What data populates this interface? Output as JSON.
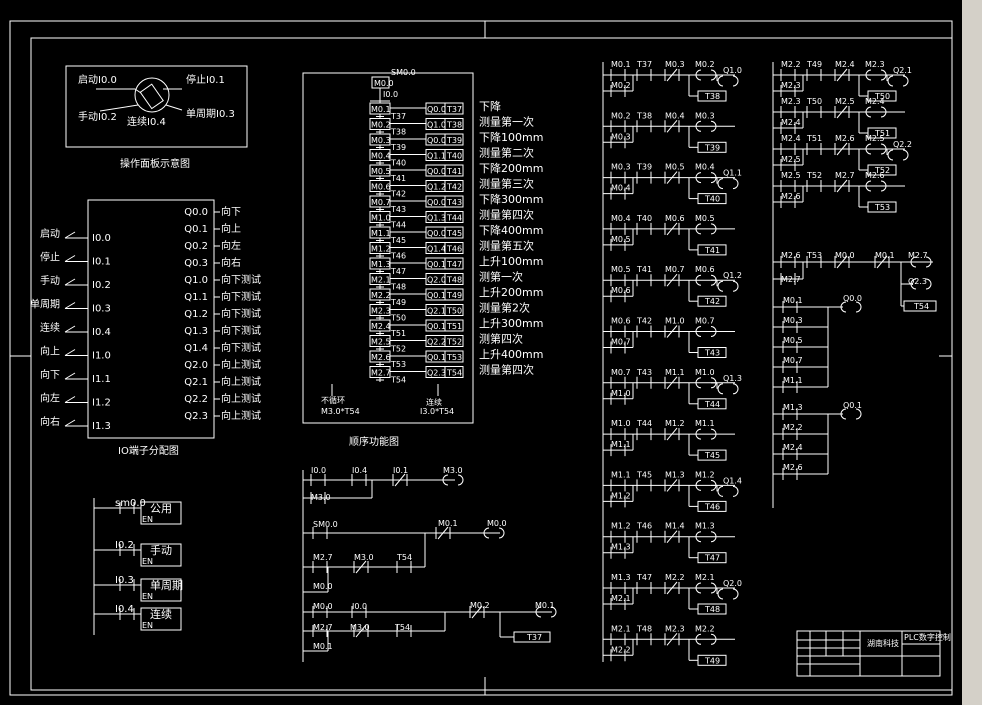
{
  "operator_panel": {
    "title": "操作面板示意图",
    "start": "启动I0.0",
    "stop": "停止I0.1",
    "manual": "手动I0.2",
    "single_cycle": "单周期I0.3",
    "continuous": "连续I0.4"
  },
  "io_terminal": {
    "title": "IO端子分配图",
    "inputs": [
      {
        "label": "启动",
        "addr": "I0.0"
      },
      {
        "label": "停止",
        "addr": "I0.1"
      },
      {
        "label": "手动",
        "addr": "I0.2"
      },
      {
        "label": "单周期",
        "addr": "I0.3"
      },
      {
        "label": "连续",
        "addr": "I0.4"
      },
      {
        "label": "向上",
        "addr": "I1.0"
      },
      {
        "label": "向下",
        "addr": "I1.1"
      },
      {
        "label": "向左",
        "addr": "I1.2"
      },
      {
        "label": "向右",
        "addr": "I1.3"
      }
    ],
    "outputs": [
      {
        "addr": "Q0.0",
        "label": "向下"
      },
      {
        "addr": "Q0.1",
        "label": "向上"
      },
      {
        "addr": "Q0.2",
        "label": "向左"
      },
      {
        "addr": "Q0.3",
        "label": "向右"
      },
      {
        "addr": "Q1.0",
        "label": "向下测试"
      },
      {
        "addr": "Q1.1",
        "label": "向下测试"
      },
      {
        "addr": "Q1.2",
        "label": "向下测试"
      },
      {
        "addr": "Q1.3",
        "label": "向下测试"
      },
      {
        "addr": "Q1.4",
        "label": "向下测试"
      },
      {
        "addr": "Q2.0",
        "label": "向上测试"
      },
      {
        "addr": "Q2.1",
        "label": "向上测试"
      },
      {
        "addr": "Q2.2",
        "label": "向上测试"
      },
      {
        "addr": "Q2.3",
        "label": "向上测试"
      }
    ]
  },
  "sfc": {
    "title": "顺序功能图",
    "top_labels": [
      "SM0.0",
      "I0.0"
    ],
    "steps": [
      {
        "m": "M0.1",
        "out": "Q0.0",
        "t": "T37",
        "trans": "T37",
        "desc": "下降"
      },
      {
        "m": "M0.2",
        "out": "Q1.0",
        "t": "T38",
        "trans": "T38",
        "desc": "测量第一次"
      },
      {
        "m": "M0.3",
        "out": "Q0.0",
        "t": "T39",
        "trans": "T39",
        "desc": "下降100mm"
      },
      {
        "m": "M0.4",
        "out": "Q1.1",
        "t": "T40",
        "trans": "T40",
        "desc": "测量第二次"
      },
      {
        "m": "M0.5",
        "out": "Q0.0",
        "t": "T41",
        "trans": "T41",
        "desc": "下降200mm"
      },
      {
        "m": "M0.6",
        "out": "Q1.2",
        "t": "T42",
        "trans": "T42",
        "desc": "测量第三次"
      },
      {
        "m": "M0.7",
        "out": "Q0.0",
        "t": "T43",
        "trans": "T43",
        "desc": "下降300mm"
      },
      {
        "m": "M1.0",
        "out": "Q1.3",
        "t": "T44",
        "trans": "T44",
        "desc": "测量第四次"
      },
      {
        "m": "M1.1",
        "out": "Q0.0",
        "t": "T45",
        "trans": "T45",
        "desc": "下降400mm"
      },
      {
        "m": "M1.2",
        "out": "Q1.4",
        "t": "T46",
        "trans": "T46",
        "desc": "测量第五次"
      },
      {
        "m": "M1.3",
        "out": "Q0.1",
        "t": "T47",
        "trans": "T47",
        "desc": "上升100mm"
      },
      {
        "m": "M2.1",
        "out": "Q2.0",
        "t": "T48",
        "trans": "T48",
        "desc": "测第一次"
      },
      {
        "m": "M2.2",
        "out": "Q0.1",
        "t": "T49",
        "trans": "T49",
        "desc": "上升200mm"
      },
      {
        "m": "M2.3",
        "out": "Q2.1",
        "t": "T50",
        "trans": "T50",
        "desc": "测量第2次"
      },
      {
        "m": "M2.4",
        "out": "Q0.1",
        "t": "T51",
        "trans": "T51",
        "desc": "上升300mm"
      },
      {
        "m": "M2.5",
        "out": "Q2.2",
        "t": "T52",
        "trans": "T52",
        "desc": "测第四次"
      },
      {
        "m": "M2.6",
        "out": "Q0.1",
        "t": "T53",
        "trans": "T53",
        "desc": "上升400mm"
      },
      {
        "m": "M2.7",
        "out": "Q2.3",
        "t": "T54",
        "trans": "T54",
        "desc": "测量第四次"
      }
    ],
    "no_loop_label": "不循环",
    "no_loop_cond": "M3.0*T54",
    "loop_label": "连续",
    "loop_cond": "I3.0*T54"
  },
  "ladder_left": {
    "r1_contacts": [
      "I0.0",
      "I0.4",
      "I0.1"
    ],
    "r1_coil": "M3.0",
    "r1_branch": "M3.0",
    "r2_contacts": [
      "SM0.0",
      "M0.1"
    ],
    "r2_coil": "M0.0",
    "r2_branch1": [
      "M2.7",
      "M3.0",
      "T54"
    ],
    "r2_branch2": "M0.0",
    "r3_contacts": [
      "M0.0",
      "I0.0",
      "M0.2"
    ],
    "r3_coil": "M0.1",
    "r3_branch": [
      "M2.7",
      "M3.0",
      "T54"
    ],
    "r3_branch2": "M0.1",
    "r3_timer": "T37"
  },
  "subroutines": {
    "rows": [
      {
        "contact": "sm0.0",
        "name": "公用",
        "en": "EN"
      },
      {
        "contact": "I0.2",
        "name": "手动",
        "en": "EN"
      },
      {
        "contact": "I0.3",
        "name": "单周期",
        "en": "EN"
      },
      {
        "contact": "I0.4",
        "name": "连续",
        "en": "EN"
      }
    ]
  },
  "ladder_mid": {
    "rungs": [
      {
        "a": "M0.1",
        "t": "T37",
        "c": "M0.3",
        "coil": "M0.2",
        "q": "Q1.0",
        "timer": "T38",
        "branch": "M0.2"
      },
      {
        "a": "M0.2",
        "t": "T38",
        "c": "M0.4",
        "coil": "M0.3",
        "q": "",
        "timer": "T39",
        "branch": "M0.3"
      },
      {
        "a": "M0.3",
        "t": "T39",
        "c": "M0.5",
        "coil": "M0.4",
        "q": "Q1.1",
        "timer": "T40",
        "branch": "M0.4"
      },
      {
        "a": "M0.4",
        "t": "T40",
        "c": "M0.6",
        "coil": "M0.5",
        "q": "",
        "timer": "T41",
        "branch": "M0.5"
      },
      {
        "a": "M0.5",
        "t": "T41",
        "c": "M0.7",
        "coil": "M0.6",
        "q": "Q1.2",
        "timer": "T42",
        "branch": "M0.6"
      },
      {
        "a": "M0.6",
        "t": "T42",
        "c": "M1.0",
        "coil": "M0.7",
        "q": "",
        "timer": "T43",
        "branch": "M0.7"
      },
      {
        "a": "M0.7",
        "t": "T43",
        "c": "M1.1",
        "coil": "M1.0",
        "q": "Q1.3",
        "timer": "T44",
        "branch": "M1.0"
      },
      {
        "a": "M1.0",
        "t": "T44",
        "c": "M1.2",
        "coil": "M1.1",
        "q": "",
        "timer": "T45",
        "branch": "M1.1"
      },
      {
        "a": "M1.1",
        "t": "T45",
        "c": "M1.3",
        "coil": "M1.2",
        "q": "Q1.4",
        "timer": "T46",
        "branch": "M1.2"
      },
      {
        "a": "M1.2",
        "t": "T46",
        "c": "M1.4",
        "coil": "M1.3",
        "q": "",
        "timer": "T47",
        "branch": "M1.3"
      },
      {
        "a": "M1.3",
        "t": "T47",
        "c": "M2.2",
        "coil": "M2.1",
        "q": "Q2.0",
        "timer": "T48",
        "branch": "M2.1"
      },
      {
        "a": "M2.1",
        "t": "T48",
        "c": "M2.3",
        "coil": "M2.2",
        "q": "",
        "timer": "T49",
        "branch": "M2.2"
      }
    ]
  },
  "ladder_right": {
    "rungs": [
      {
        "a": "M2.2",
        "t": "T49",
        "c": "M2.4",
        "coil": "M2.3",
        "q": "Q2.1",
        "timer": "T50",
        "branch": "M2.3"
      },
      {
        "a": "M2.3",
        "t": "T50",
        "c": "M2.5",
        "coil": "M2.4",
        "q": "",
        "timer": "T51",
        "branch": "M2.4"
      },
      {
        "a": "M2.4",
        "t": "T51",
        "c": "M2.6",
        "coil": "M2.5",
        "q": "Q2.2",
        "timer": "T52",
        "branch": "M2.5"
      },
      {
        "a": "M2.5",
        "t": "T52",
        "c": "M2.7",
        "coil": "M2.6",
        "q": "",
        "timer": "T53",
        "branch": "M2.6"
      }
    ],
    "last_rung": {
      "a": "M2.6",
      "t": "T53",
      "c1": "M0.0",
      "c2": "M0.1",
      "coil": "M2.7",
      "q": "Q2.3",
      "timer": "T54",
      "branch": "M2.7"
    },
    "q00_coil": "Q0.0",
    "q00_contacts": [
      "M0.1",
      "M0.3",
      "M0.5",
      "M0.7",
      "M1.1"
    ],
    "q01_coil": "Q0.1",
    "q01_contacts": [
      "M1.3",
      "M2.2",
      "M2.4",
      "M2.6"
    ]
  },
  "title_block": {
    "school": "湖南科技",
    "drawing_title": "PLC数字控制"
  }
}
